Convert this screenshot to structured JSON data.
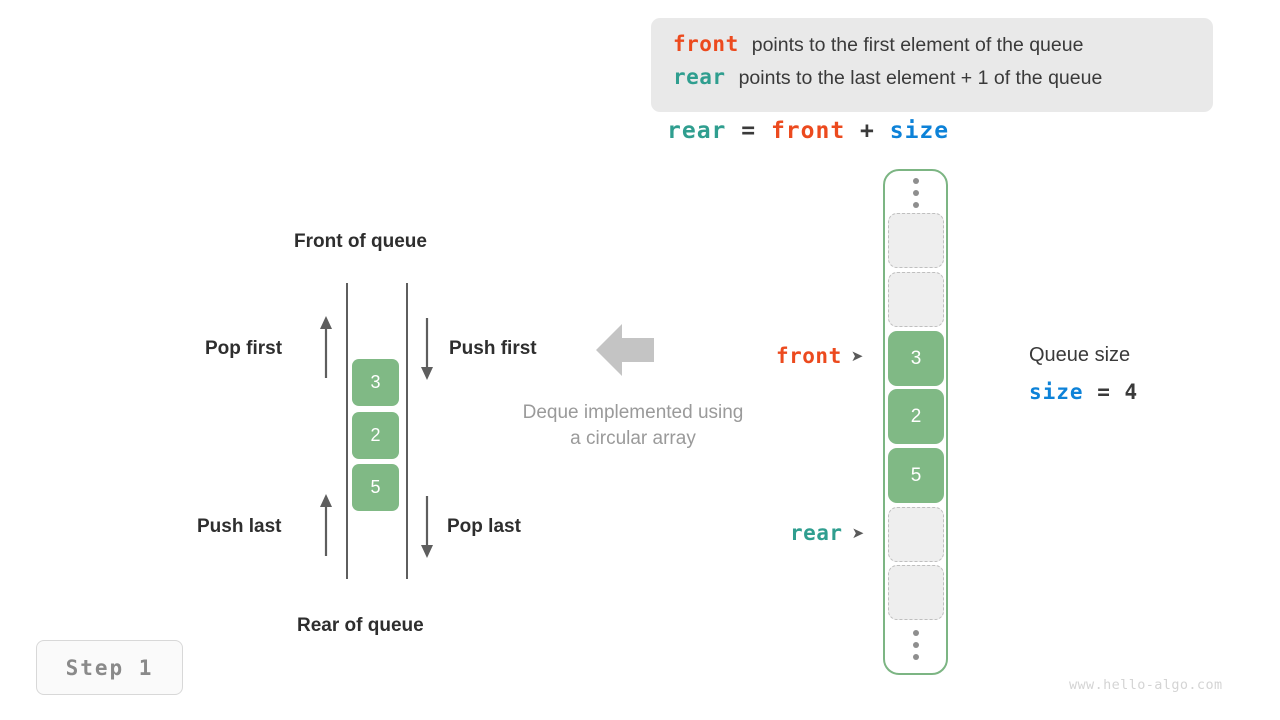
{
  "legend": {
    "lines": [
      {
        "keyword": "front",
        "keyword_color": "#ec4a1e",
        "text": "points to the first element of the queue"
      },
      {
        "keyword": "rear",
        "keyword_color": "#2f9e8f",
        "text": "points to the last element + 1 of the queue"
      }
    ]
  },
  "formula": {
    "lhs": "rear",
    "eq": "=",
    "rhs1": "front",
    "plus": "+",
    "rhs2": "size"
  },
  "deque": {
    "front_label": "Front of queue",
    "rear_label": "Rear of queue",
    "ops": {
      "pop_first": "Pop first",
      "push_first": "Push first",
      "push_last": "Push last",
      "pop_last": "Pop last"
    },
    "cells": [
      "3",
      "2",
      "5"
    ],
    "caption_line1": "Deque implemented using",
    "caption_line2": "a circular array"
  },
  "array": {
    "slots": [
      {
        "value": "",
        "filled": false
      },
      {
        "value": "",
        "filled": false
      },
      {
        "value": "3",
        "filled": true
      },
      {
        "value": "2",
        "filled": true
      },
      {
        "value": "5",
        "filled": true
      },
      {
        "value": "",
        "filled": false
      },
      {
        "value": "",
        "filled": false
      }
    ],
    "pointers": {
      "front": {
        "label": "front",
        "marker": "➤",
        "color": "#ec4a1e"
      },
      "rear": {
        "label": "rear",
        "marker": "➤",
        "color": "#2f9e8f"
      }
    },
    "ellipsis_icon": "vertical-ellipsis"
  },
  "queue_size": {
    "title": "Queue size",
    "var": "size",
    "eq": "=",
    "value": "4"
  },
  "step": {
    "label": "Step 1"
  },
  "watermark": {
    "text": "www.hello-algo.com"
  },
  "colors": {
    "front": "#ec4a1e",
    "rear": "#2f9e8f",
    "size": "#0d82d8",
    "cell_green": "#80b985",
    "container_border": "#7cb583",
    "empty_slot": "#eeeeee",
    "muted_text": "#9a9a9a"
  }
}
